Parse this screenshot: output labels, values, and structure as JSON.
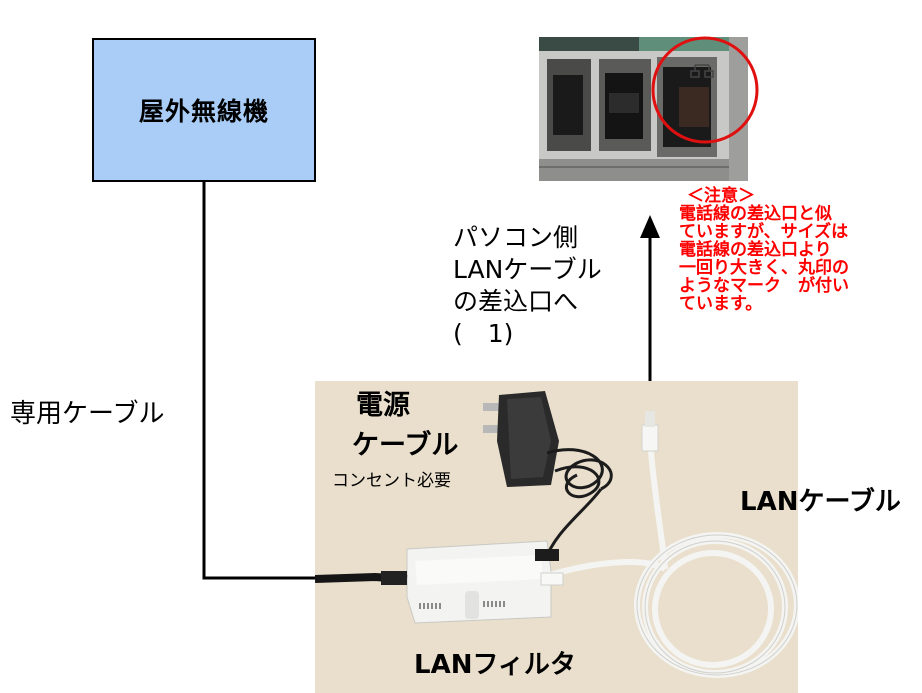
{
  "outdoor_device": {
    "label": "屋外無線機"
  },
  "dedicated_cable": {
    "label": "専用ケーブル"
  },
  "pc_side": {
    "line1": "パソコン側",
    "line2": "LANケーブル",
    "line3": "の差込口へ",
    "line4": "(　1)"
  },
  "caution": {
    "title": "＜注意＞",
    "line1": "電話線の差込口と似",
    "line2": "ていますが、サイズは",
    "line3": "電話線の差込口より",
    "line4": "一回り大きく、丸印の",
    "line5": "ようなマーク　が付い",
    "line6": "ています。"
  },
  "power_cable": {
    "line1": "電源",
    "line2": "ケーブル",
    "note": "コンセント必要"
  },
  "lan_cable": {
    "label": "LANケーブル"
  },
  "lan_filter": {
    "label": "LANフィルタ"
  },
  "colors": {
    "device_box": "#a9cdf6",
    "caution_text": "#ff0000",
    "highlight_circle": "#e01010",
    "line": "#000000"
  }
}
